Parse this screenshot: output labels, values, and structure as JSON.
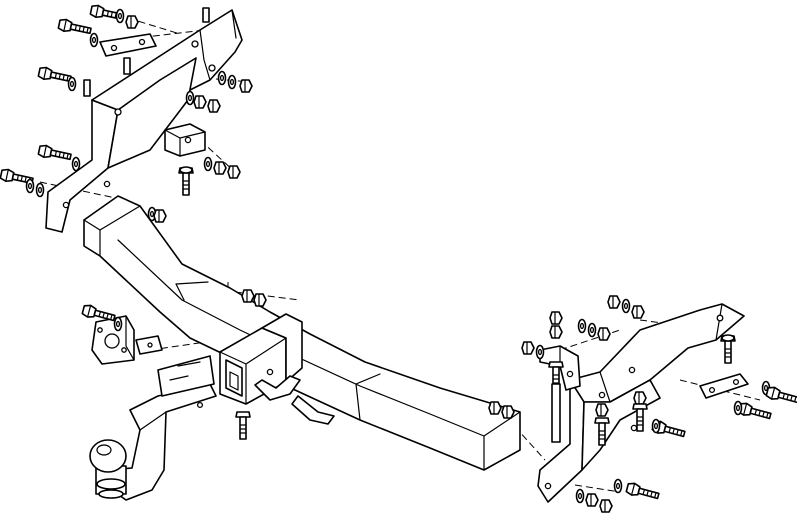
{
  "diagram": {
    "kind": "exploded-assembly-drawing",
    "line_color": "#000000",
    "background": "#ffffff",
    "components": [
      "left-side-bracket",
      "right-side-bracket",
      "main-crossbar",
      "receiver-socket",
      "tow-ball-mount",
      "electrical-socket-plate",
      "mounting-bolts",
      "washers",
      "nuts",
      "spacer-plates"
    ]
  }
}
